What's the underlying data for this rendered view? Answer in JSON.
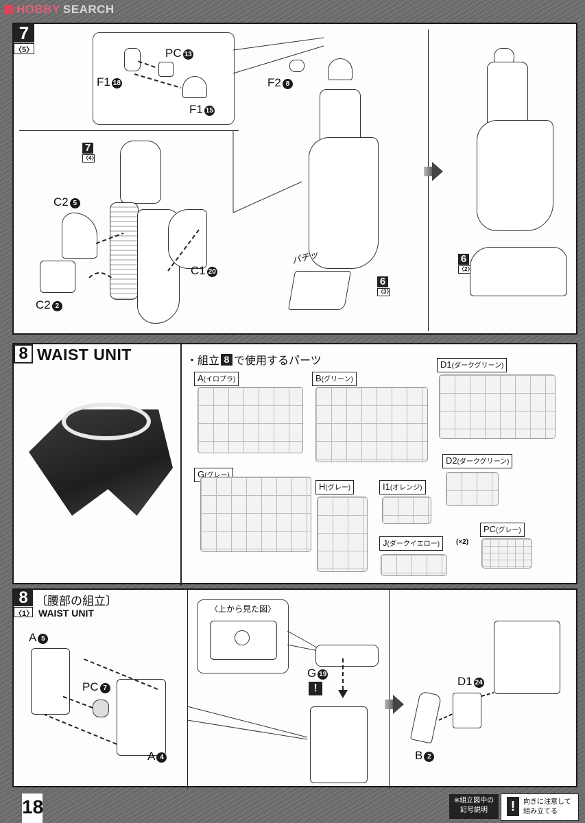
{
  "watermark": {
    "brand_a": "HOBBY",
    "brand_b": "SEARCH"
  },
  "step7": {
    "step_number": "7",
    "substep": "〈5〉",
    "callout_parts": [
      {
        "label": "PC",
        "num": "13"
      },
      {
        "label": "F1",
        "num": "18"
      },
      {
        "label": "F1",
        "num": "15"
      }
    ],
    "f2_part": {
      "label": "F2",
      "num": "8"
    },
    "ref_top": {
      "step": "7",
      "substep": "〈4〉"
    },
    "left_parts": [
      {
        "label": "C2",
        "num": "5"
      },
      {
        "label": "C2",
        "num": "2"
      },
      {
        "label": "C1",
        "num": "20"
      }
    ],
    "snap_text": "パチッ",
    "ref_mid": {
      "step": "6",
      "substep": "〈3〉"
    },
    "ref_right": {
      "step": "6",
      "substep": "〈2〉"
    }
  },
  "step8_overview": {
    "step_number": "8",
    "title": "WAIST UNIT",
    "parts_heading_prefix": "・組立",
    "parts_heading_step": "8",
    "parts_heading_suffix": "で使用するパーツ",
    "runners": [
      {
        "id": "A",
        "color": "(イロプラ)"
      },
      {
        "id": "B",
        "color": "(グリーン)"
      },
      {
        "id": "D1",
        "color": "(ダークグリーン)"
      },
      {
        "id": "D2",
        "color": "(ダークグリーン)"
      },
      {
        "id": "G",
        "color": "(グレー)"
      },
      {
        "id": "H",
        "color": "(グレー)"
      },
      {
        "id": "I1",
        "color": "(オレンジ)"
      },
      {
        "id": "J",
        "color": "(ダークイエロー)",
        "qty": "(×2)"
      },
      {
        "id": "PC",
        "color": "(グレー)"
      }
    ]
  },
  "step8_assembly": {
    "step_number": "8",
    "substep": "〈1〉",
    "title_jp": "〔腰部の組立〕",
    "title_en": "WAIST UNIT",
    "parts_left": [
      {
        "label": "A",
        "num": "5"
      },
      {
        "label": "PC",
        "num": "7"
      },
      {
        "label": "A",
        "num": "4"
      }
    ],
    "top_view_label": "〈上から見た図〉",
    "g_part": {
      "label": "G",
      "num": "19"
    },
    "excl": "!",
    "parts_right": [
      {
        "label": "D1",
        "num": "24"
      },
      {
        "label": "B",
        "num": "2"
      }
    ]
  },
  "footer": {
    "page_number": "18",
    "legend_line1": "※組立図中の",
    "legend_line2": "記号説明",
    "legend_icon": "!",
    "legend_text1": "向きに注意して",
    "legend_text2": "組み立てる"
  }
}
